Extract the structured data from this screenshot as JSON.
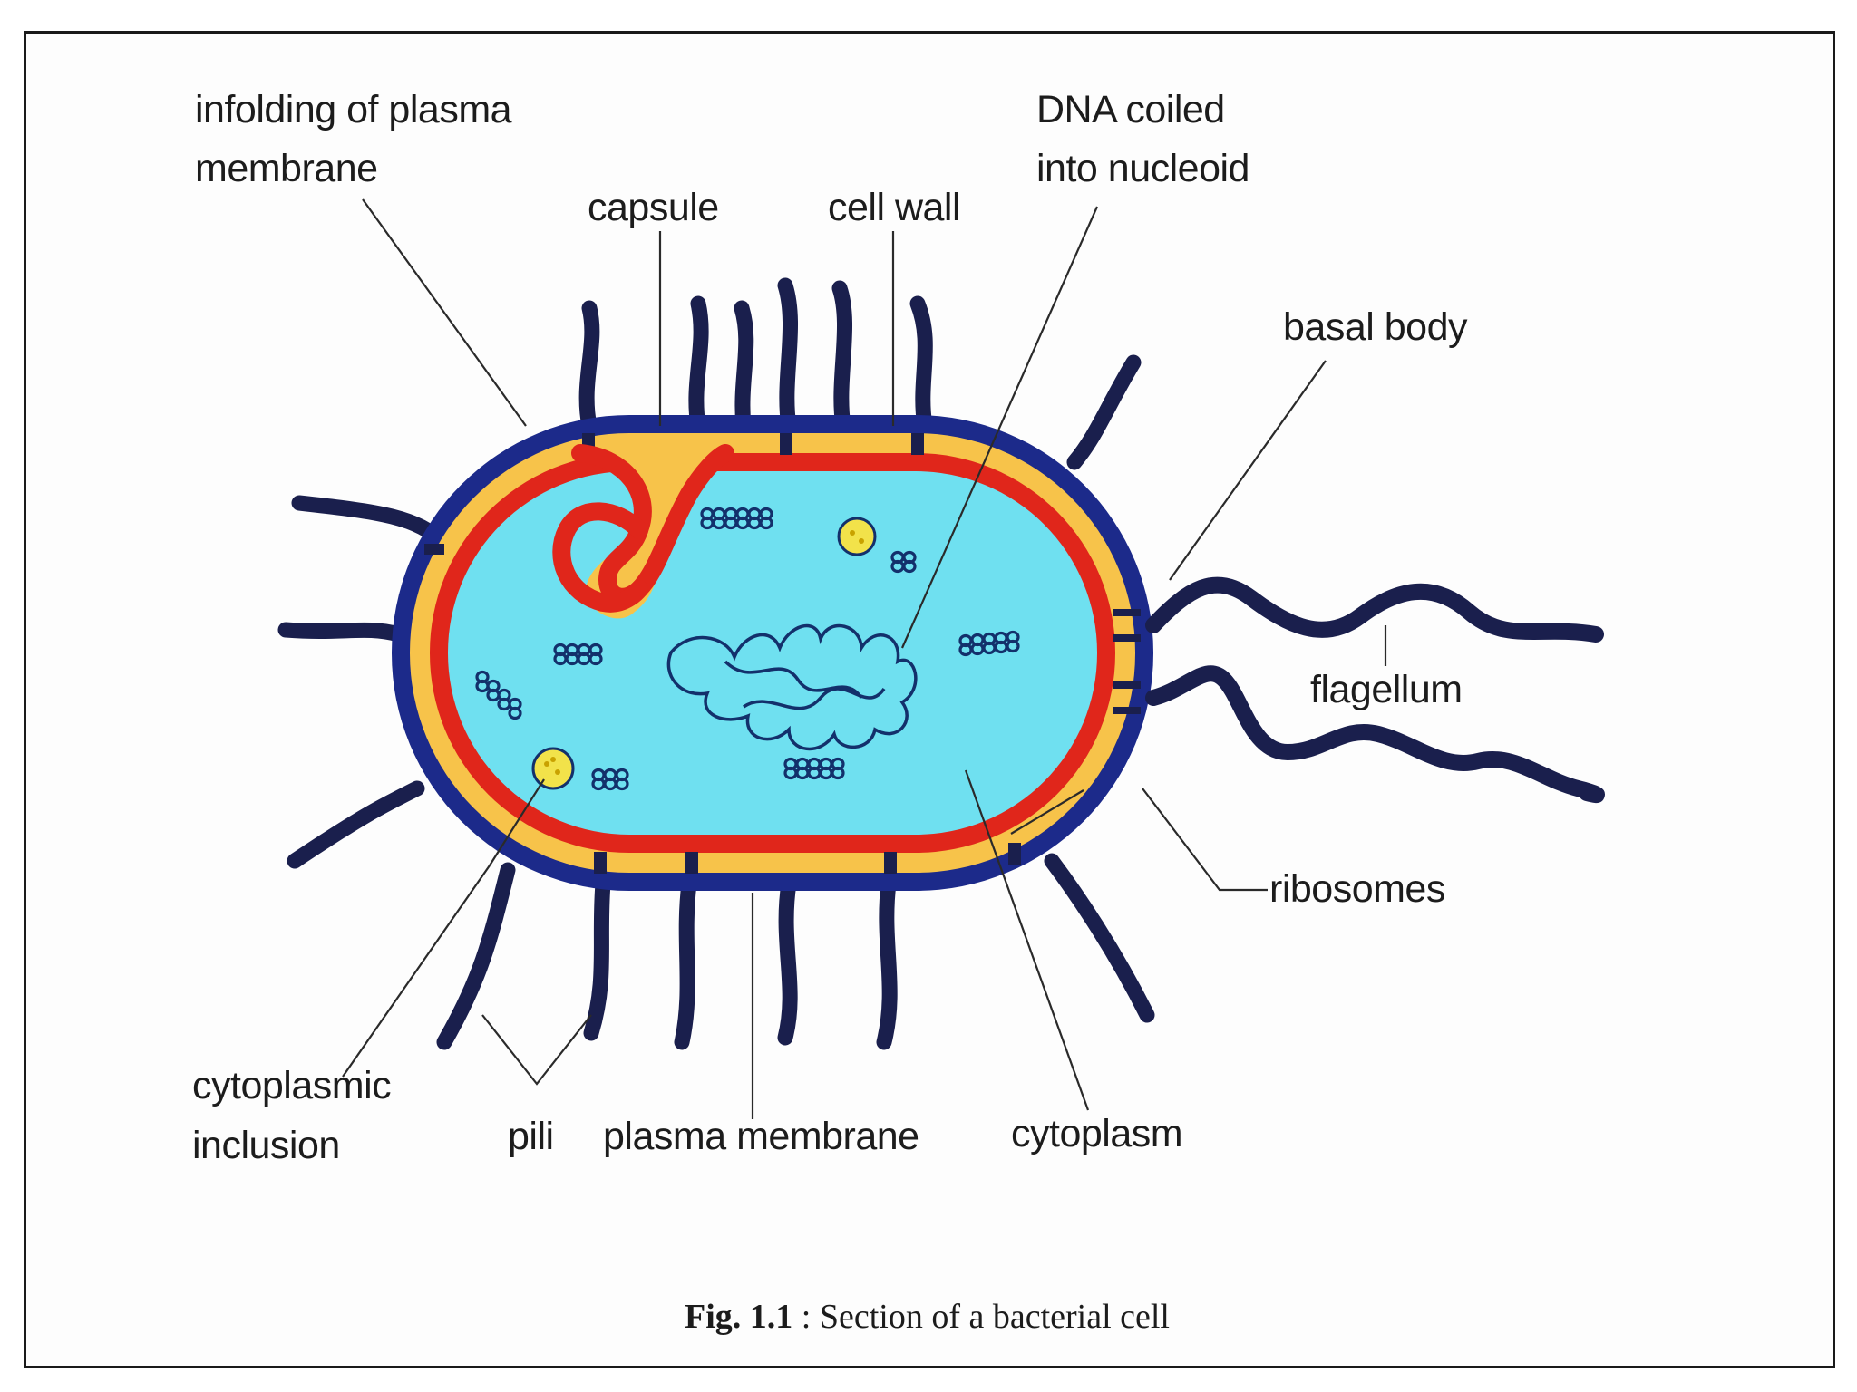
{
  "labels": {
    "infolding_line1": "infolding of plasma",
    "infolding_line2": "membrane",
    "capsule": "capsule",
    "cell_wall": "cell wall",
    "dna_line1": "DNA coiled",
    "dna_line2": "into nucleoid",
    "basal_body": "basal body",
    "flagellum": "flagellum",
    "ribosomes": "ribosomes",
    "cytoplasm": "cytoplasm",
    "plasma_membrane": "plasma membrane",
    "pili": "pili",
    "inclusion_line1": "cytoplasmic",
    "inclusion_line2": "inclusion"
  },
  "caption": {
    "prefix": "Fig. 1.1",
    "text": " : Section of a bacterial cell"
  },
  "colors": {
    "capsule": "#1c2a8a",
    "cell_wall": "#f7c34a",
    "plasma_membrane": "#e0261b",
    "cytoplasm": "#6fe0f0",
    "appendages": "#1a1f4d",
    "ribosomes": "#13306b",
    "inclusion": "#f2e24a"
  }
}
